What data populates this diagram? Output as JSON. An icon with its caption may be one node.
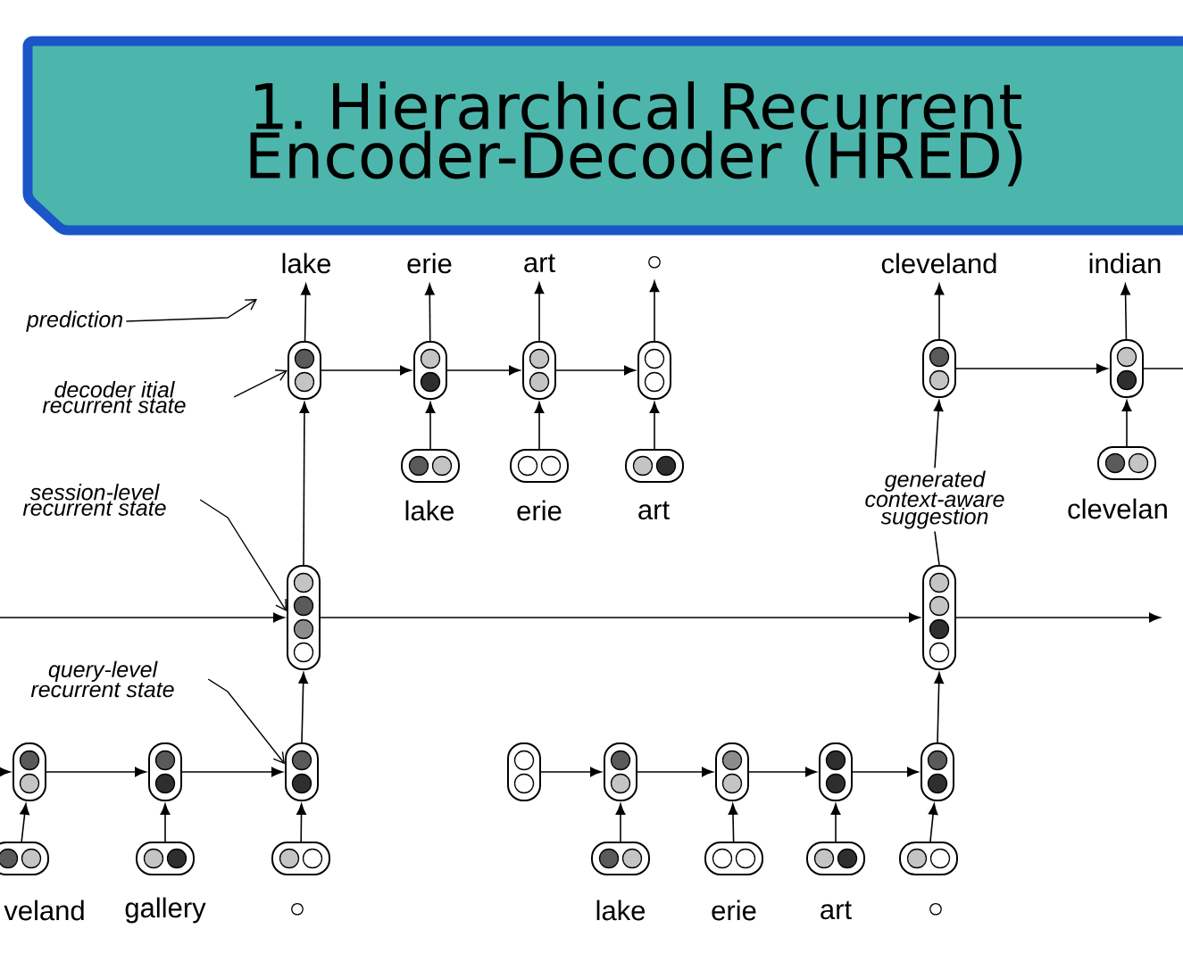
{
  "diagram": {
    "title": "1. Hierarchical Recurrent Encoder-Decoder (HRED)",
    "nodes": [
      {
        "text": [
          "lake"
        ]
      },
      {
        "text": [
          "erie"
        ]
      },
      {
        "text": [
          "art"
        ]
      },
      {
        "text": [
          "○"
        ]
      },
      {
        "text": [
          "cleveland"
        ]
      },
      {
        "text": [
          "indian"
        ]
      },
      {
        "text": [
          "prediction"
        ]
      },
      {
        "text": [
          "decoder itial recurrent state"
        ]
      },
      {
        "text": [],
        "shape": "capsule"
      },
      {
        "text": [],
        "shape": "capsule"
      },
      {
        "text": [],
        "shape": "capsule"
      },
      {
        "text": [],
        "shape": "capsule"
      },
      {
        "text": [],
        "shape": "capsule"
      },
      {
        "text": [],
        "shape": "capsule"
      },
      {
        "text": [],
        "shape": "capsule",
        "beside": [
          "lake"
        ]
      },
      {
        "text": [],
        "shape": "capsule",
        "beside": [
          "erie"
        ]
      },
      {
        "text": [],
        "shape": "capsule",
        "beside": [
          "art"
        ]
      },
      {
        "text": [
          "generated context-aware suggestion"
        ]
      },
      {
        "text": [],
        "shape": "capsule",
        "beside": [
          "clevelan"
        ]
      },
      {
        "text": [
          "session-level recurrent state"
        ]
      },
      {
        "text": [],
        "shape": "capsule"
      },
      {
        "text": [],
        "shape": "capsule"
      },
      {
        "text": [
          "query-level recurrent state"
        ]
      },
      {
        "text": [],
        "shape": "capsule"
      },
      {
        "text": [],
        "shape": "capsule"
      },
      {
        "text": [],
        "shape": "capsule"
      },
      {
        "text": [],
        "shape": "capsule"
      },
      {
        "text": [],
        "shape": "capsule"
      },
      {
        "text": [],
        "shape": "capsule"
      },
      {
        "text": [],
        "shape": "capsule"
      },
      {
        "text": [],
        "shape": "capsule"
      },
      {
        "text": [],
        "shape": "capsule",
        "beside": [
          "veland"
        ]
      },
      {
        "text": [],
        "shape": "capsule",
        "beside": [
          "gallery"
        ]
      },
      {
        "text": [],
        "shape": "capsule",
        "beside": [
          "○"
        ]
      },
      {
        "text": [],
        "shape": "capsule",
        "beside": [
          "lake"
        ]
      },
      {
        "text": [],
        "shape": "capsule",
        "beside": [
          "erie"
        ]
      },
      {
        "text": [],
        "shape": "capsule",
        "beside": [
          "art"
        ]
      },
      {
        "text": [],
        "shape": "capsule",
        "beside": [
          "○"
        ]
      }
    ],
    "edges": [
      {
        "from": 8,
        "to": 0,
        "arrow": "to"
      },
      {
        "from": 9,
        "to": 1,
        "arrow": "to"
      },
      {
        "from": 10,
        "to": 2,
        "arrow": "to"
      },
      {
        "from": 11,
        "to": 3,
        "arrow": "to"
      },
      {
        "from": 12,
        "to": 4,
        "arrow": "to"
      },
      {
        "from": 13,
        "to": 5,
        "arrow": "to"
      },
      {
        "from": 8,
        "to": 9,
        "arrow": "to"
      },
      {
        "from": 9,
        "to": 10,
        "arrow": "to"
      },
      {
        "from": 10,
        "to": 11,
        "arrow": "to"
      },
      {
        "from": 12,
        "to": 13,
        "arrow": "to"
      },
      {
        "from": 13,
        "to": null,
        "arrow": "none"
      },
      {
        "from": 14,
        "to": 9,
        "arrow": "to"
      },
      {
        "from": 15,
        "to": 10,
        "arrow": "to"
      },
      {
        "from": 16,
        "to": 11,
        "arrow": "to"
      },
      {
        "from": 18,
        "to": 13,
        "arrow": "to"
      },
      {
        "from": 20,
        "to": 8,
        "arrow": "to"
      },
      {
        "from": null,
        "to": 20,
        "arrow": "to"
      },
      {
        "from": 20,
        "to": 21,
        "arrow": "to"
      },
      {
        "from": 21,
        "to": null,
        "arrow": "to"
      },
      {
        "from": 25,
        "to": 20,
        "arrow": "to"
      },
      {
        "from": 30,
        "to": 21,
        "arrow": "to"
      },
      {
        "from": null,
        "to": 23,
        "arrow": "to"
      },
      {
        "from": 23,
        "to": 24,
        "arrow": "to"
      },
      {
        "from": 24,
        "to": 25,
        "arrow": "to"
      },
      {
        "from": 26,
        "to": 27,
        "arrow": "to"
      },
      {
        "from": 27,
        "to": 28,
        "arrow": "to"
      },
      {
        "from": 28,
        "to": 29,
        "arrow": "to"
      },
      {
        "from": 29,
        "to": 30,
        "arrow": "to"
      },
      {
        "from": 31,
        "to": 23,
        "arrow": "to"
      },
      {
        "from": 32,
        "to": 24,
        "arrow": "to"
      },
      {
        "from": 33,
        "to": 25,
        "arrow": "to"
      },
      {
        "from": 34,
        "to": 27,
        "arrow": "to"
      },
      {
        "from": 35,
        "to": 28,
        "arrow": "to"
      },
      {
        "from": 36,
        "to": 29,
        "arrow": "to"
      },
      {
        "from": 37,
        "to": 30,
        "arrow": "to"
      },
      {
        "from": 6,
        "to": null,
        "arrow": "to"
      },
      {
        "from": 7,
        "to": 8,
        "arrow": "to"
      },
      {
        "from": 19,
        "to": 20,
        "arrow": "to"
      },
      {
        "from": 22,
        "to": 25,
        "arrow": "to"
      },
      {
        "from": 17,
        "to": 12,
        "arrow": "to"
      },
      {
        "from": 21,
        "to": 17,
        "arrow": "none"
      }
    ]
  }
}
